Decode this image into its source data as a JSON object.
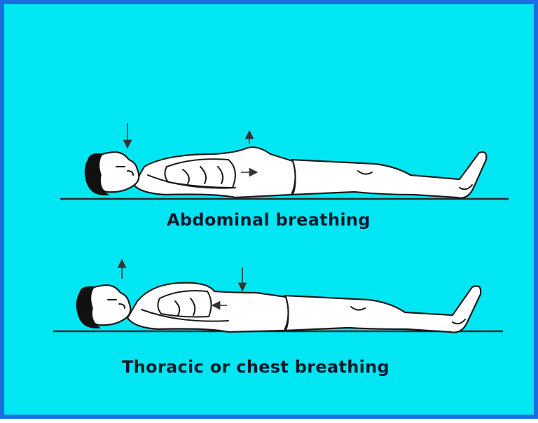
{
  "captions": {
    "top": "Abdominal breathing",
    "bottom": "Thoracic or chest breathing"
  },
  "colors": {
    "background": "#00e6f2",
    "border": "#1a6fe0",
    "ink": "#1b1b1b"
  },
  "figures": [
    {
      "id": "abdominal",
      "arrows": [
        "nose-inhale-down",
        "belly-up",
        "belly-right"
      ]
    },
    {
      "id": "thoracic",
      "arrows": [
        "nose-exhale-up",
        "belly-down",
        "chest-left"
      ]
    }
  ]
}
